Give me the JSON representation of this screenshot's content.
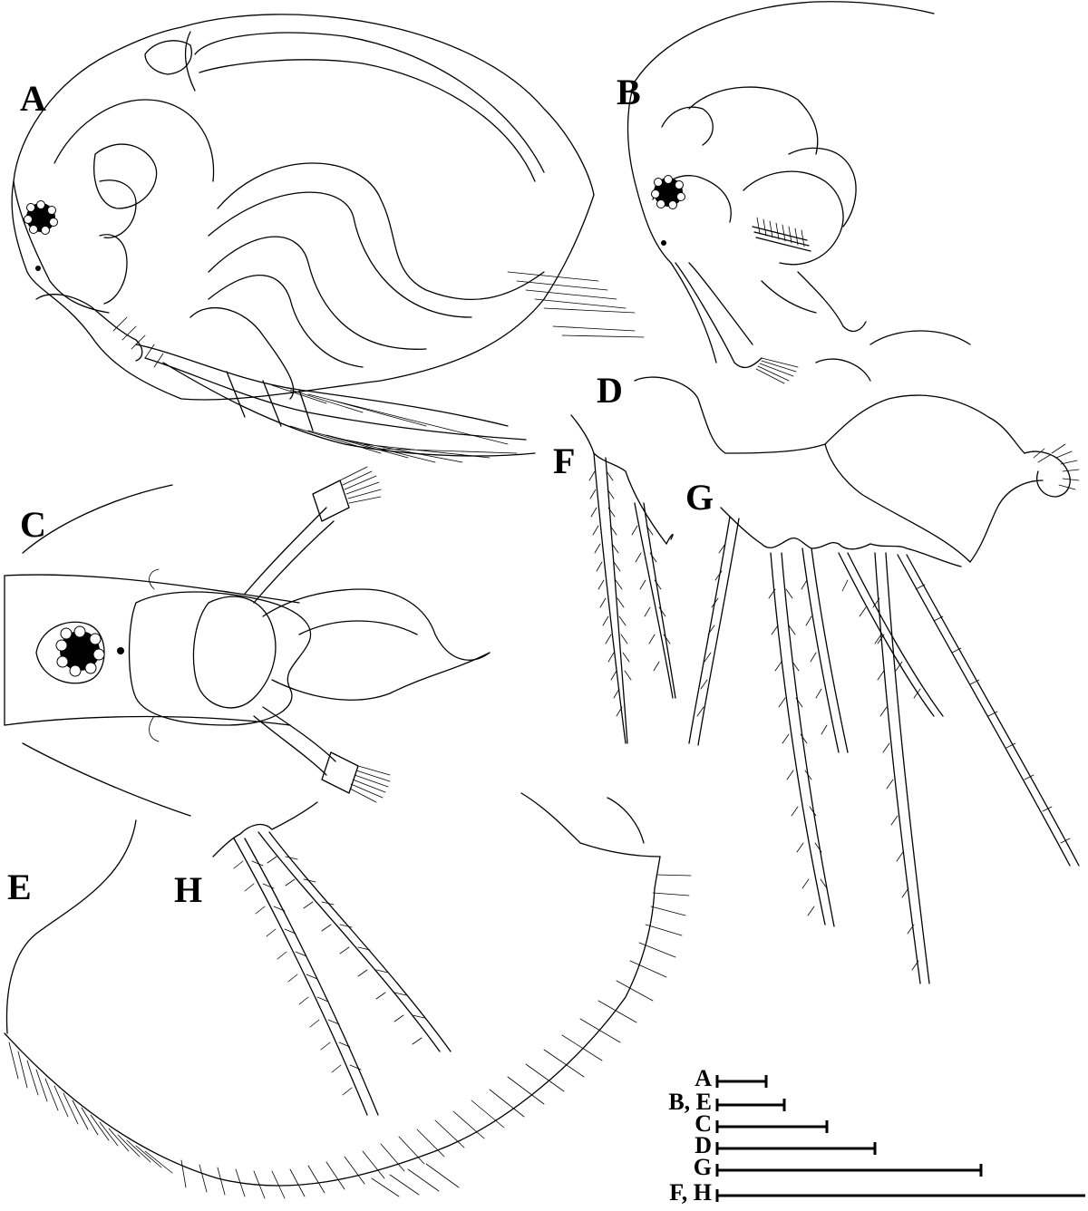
{
  "figure": {
    "panels": [
      {
        "id": "A",
        "label": "A"
      },
      {
        "id": "B",
        "label": "B"
      },
      {
        "id": "C",
        "label": "C"
      },
      {
        "id": "D",
        "label": "D"
      },
      {
        "id": "E",
        "label": "E"
      },
      {
        "id": "F",
        "label": "F"
      },
      {
        "id": "G",
        "label": "G"
      },
      {
        "id": "H",
        "label": "H"
      }
    ],
    "scale_bars": [
      {
        "label": "A",
        "relative_length": 0.13
      },
      {
        "label": "B, E",
        "relative_length": 0.18
      },
      {
        "label": "C",
        "relative_length": 0.29
      },
      {
        "label": "D",
        "relative_length": 0.43
      },
      {
        "label": "G",
        "relative_length": 0.71
      },
      {
        "label": "F, H",
        "relative_length": 1.0
      }
    ]
  }
}
